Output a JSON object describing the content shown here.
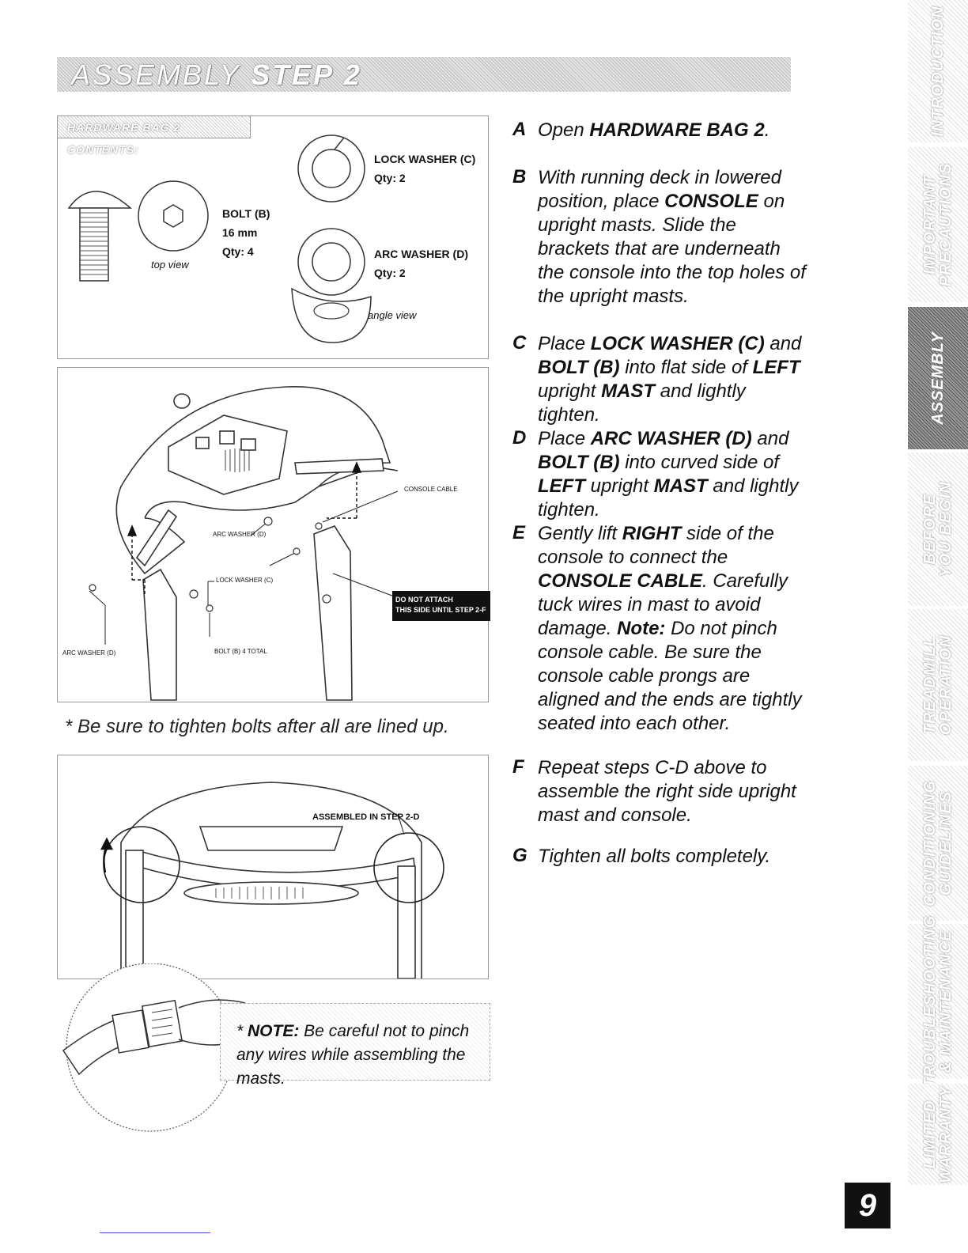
{
  "banner": {
    "light": "ASSEMBLY",
    "bold": "STEP 2"
  },
  "hardware": {
    "title": "HARDWARE BAG 2 CONTENTS:",
    "bolt": {
      "name": "BOLT (B)",
      "size": "16 mm",
      "qty": "Qty: 4",
      "view": "top view"
    },
    "lock_washer": {
      "name": "LOCK WASHER (C)",
      "qty": "Qty: 2"
    },
    "arc_washer": {
      "name": "ARC WASHER (D)",
      "qty": "Qty: 2",
      "view": "angle view"
    }
  },
  "figure1": {
    "console_cable": "CONSOLE CABLE",
    "arc_washer_top": "ARC WASHER (D)",
    "lock_washer": "LOCK WASHER (C)",
    "arc_washer_left": "ARC WASHER (D)",
    "bolt": "BOLT (B) 4 TOTAL",
    "warning_line1": "DO NOT ATTACH",
    "warning_line2": "THIS SIDE UNTIL STEP 2-F"
  },
  "tighten_note": "* Be sure to tighten bolts after all are lined up.",
  "figure2": {
    "assembled": "ASSEMBLED IN STEP 2-D"
  },
  "pinch_note": {
    "prefix": "* ",
    "bold": "NOTE:",
    "text": " Be careful not to pinch any wires while assembling the masts."
  },
  "steps": [
    {
      "letter": "A",
      "parts": [
        [
          "Open ",
          false
        ],
        [
          "HARDWARE BAG 2",
          true
        ],
        [
          ".",
          false
        ]
      ]
    },
    {
      "letter": "B",
      "parts": [
        [
          "With running deck in lowered position, place ",
          false
        ],
        [
          "CONSOLE",
          true
        ],
        [
          " on upright masts. Slide the brackets that are underneath the console into the top holes of the upright masts.",
          false
        ]
      ]
    },
    {
      "letter": "C",
      "parts": [
        [
          "Place ",
          false
        ],
        [
          "LOCK WASHER (C)",
          true
        ],
        [
          " and ",
          false
        ],
        [
          "BOLT (B)",
          true
        ],
        [
          " into flat side of ",
          false
        ],
        [
          "LEFT",
          true
        ],
        [
          " upright ",
          false
        ],
        [
          "MAST",
          true
        ],
        [
          " and lightly tighten.",
          false
        ]
      ]
    },
    {
      "letter": "D",
      "parts": [
        [
          "Place ",
          false
        ],
        [
          "ARC WASHER (D)",
          true
        ],
        [
          " and ",
          false
        ],
        [
          "BOLT (B)",
          true
        ],
        [
          " into curved side of ",
          false
        ],
        [
          "LEFT",
          true
        ],
        [
          " upright ",
          false
        ],
        [
          "MAST",
          true
        ],
        [
          " and lightly tighten.",
          false
        ]
      ]
    },
    {
      "letter": "E",
      "parts": [
        [
          "Gently lift ",
          false
        ],
        [
          "RIGHT",
          true
        ],
        [
          " side of the console to connect the ",
          false
        ],
        [
          "CONSOLE CABLE",
          true
        ],
        [
          ". Carefully tuck wires in mast to avoid damage. ",
          false
        ],
        [
          "Note:",
          true
        ],
        [
          " Do not pinch console cable. Be sure the console cable prongs are aligned and the ends are tightly seated into each other.",
          false
        ]
      ]
    },
    {
      "letter": "F",
      "parts": [
        [
          "Repeat steps C-D above to assemble the right side upright mast and console.",
          false
        ]
      ]
    },
    {
      "letter": "G",
      "parts": [
        [
          "Tighten all bolts completely.",
          false
        ]
      ]
    }
  ],
  "sidebar": [
    {
      "label": "INTRODUCTION",
      "active": false
    },
    {
      "label": "IMPORTANT\nPRECAUTIONS",
      "active": false
    },
    {
      "label": "ASSEMBLY",
      "active": true
    },
    {
      "label": "BEFORE\nYOU BEGIN",
      "active": false
    },
    {
      "label": "TREADMILL\nOPERATION",
      "active": false
    },
    {
      "label": "CONDITIONING\nGUIDELINES",
      "active": false
    },
    {
      "label": "TROUBLESHOOTING\n& MAINTENANCE",
      "active": false
    },
    {
      "label": "LIMITED\nWARRANTY",
      "active": false
    }
  ],
  "page_number": "9"
}
